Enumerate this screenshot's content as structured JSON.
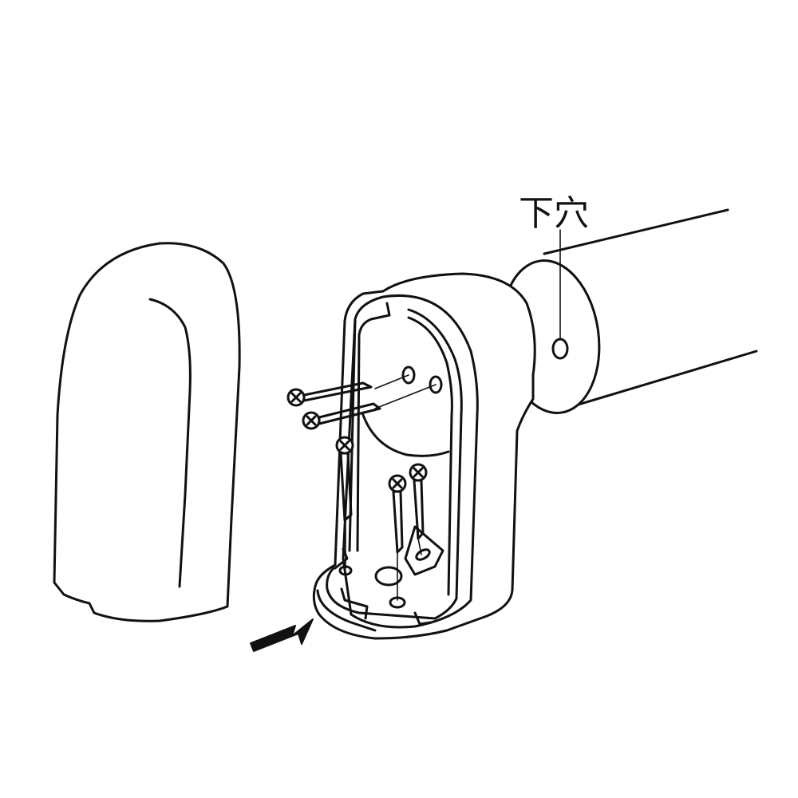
{
  "labels": {
    "pilot_hole": "下穴"
  },
  "icons": [
    "cap-cover",
    "bracket-base",
    "handrail-pipe",
    "wood-screw",
    "direction-arrow"
  ],
  "colors": {
    "line": "#111111",
    "background": "#ffffff"
  }
}
